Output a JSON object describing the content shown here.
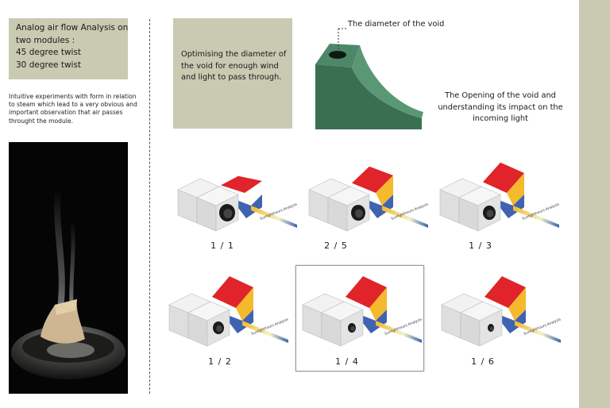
{
  "left_box": {
    "lines": [
      "Analog air flow Analysis on",
      "two modules :",
      "45 degree twist",
      "30 degree twist"
    ]
  },
  "intro": "Intuitive experiments with form in relation to steam which lead to a very obvious and important observation that air passes throught the module.",
  "middle_box": "Optimising the diameter of the void for enough wind and light to pass through.",
  "diameter_label": "The diameter of the void",
  "opening_text": "The Opening of the void and understanding its impact on the incoming light",
  "diagram_axis_label": "Sunlighthours Analysis",
  "ratios": [
    "1 / 1",
    "2 / 5",
    "1 / 3",
    "1 / 2",
    "1 / 4",
    "1 / 6"
  ],
  "colors": {
    "sage": "#c8cab2",
    "red": "#e0242a",
    "yellow": "#f4b92c",
    "blue": "#3f63b0",
    "module_green": "#3f7a5a"
  }
}
